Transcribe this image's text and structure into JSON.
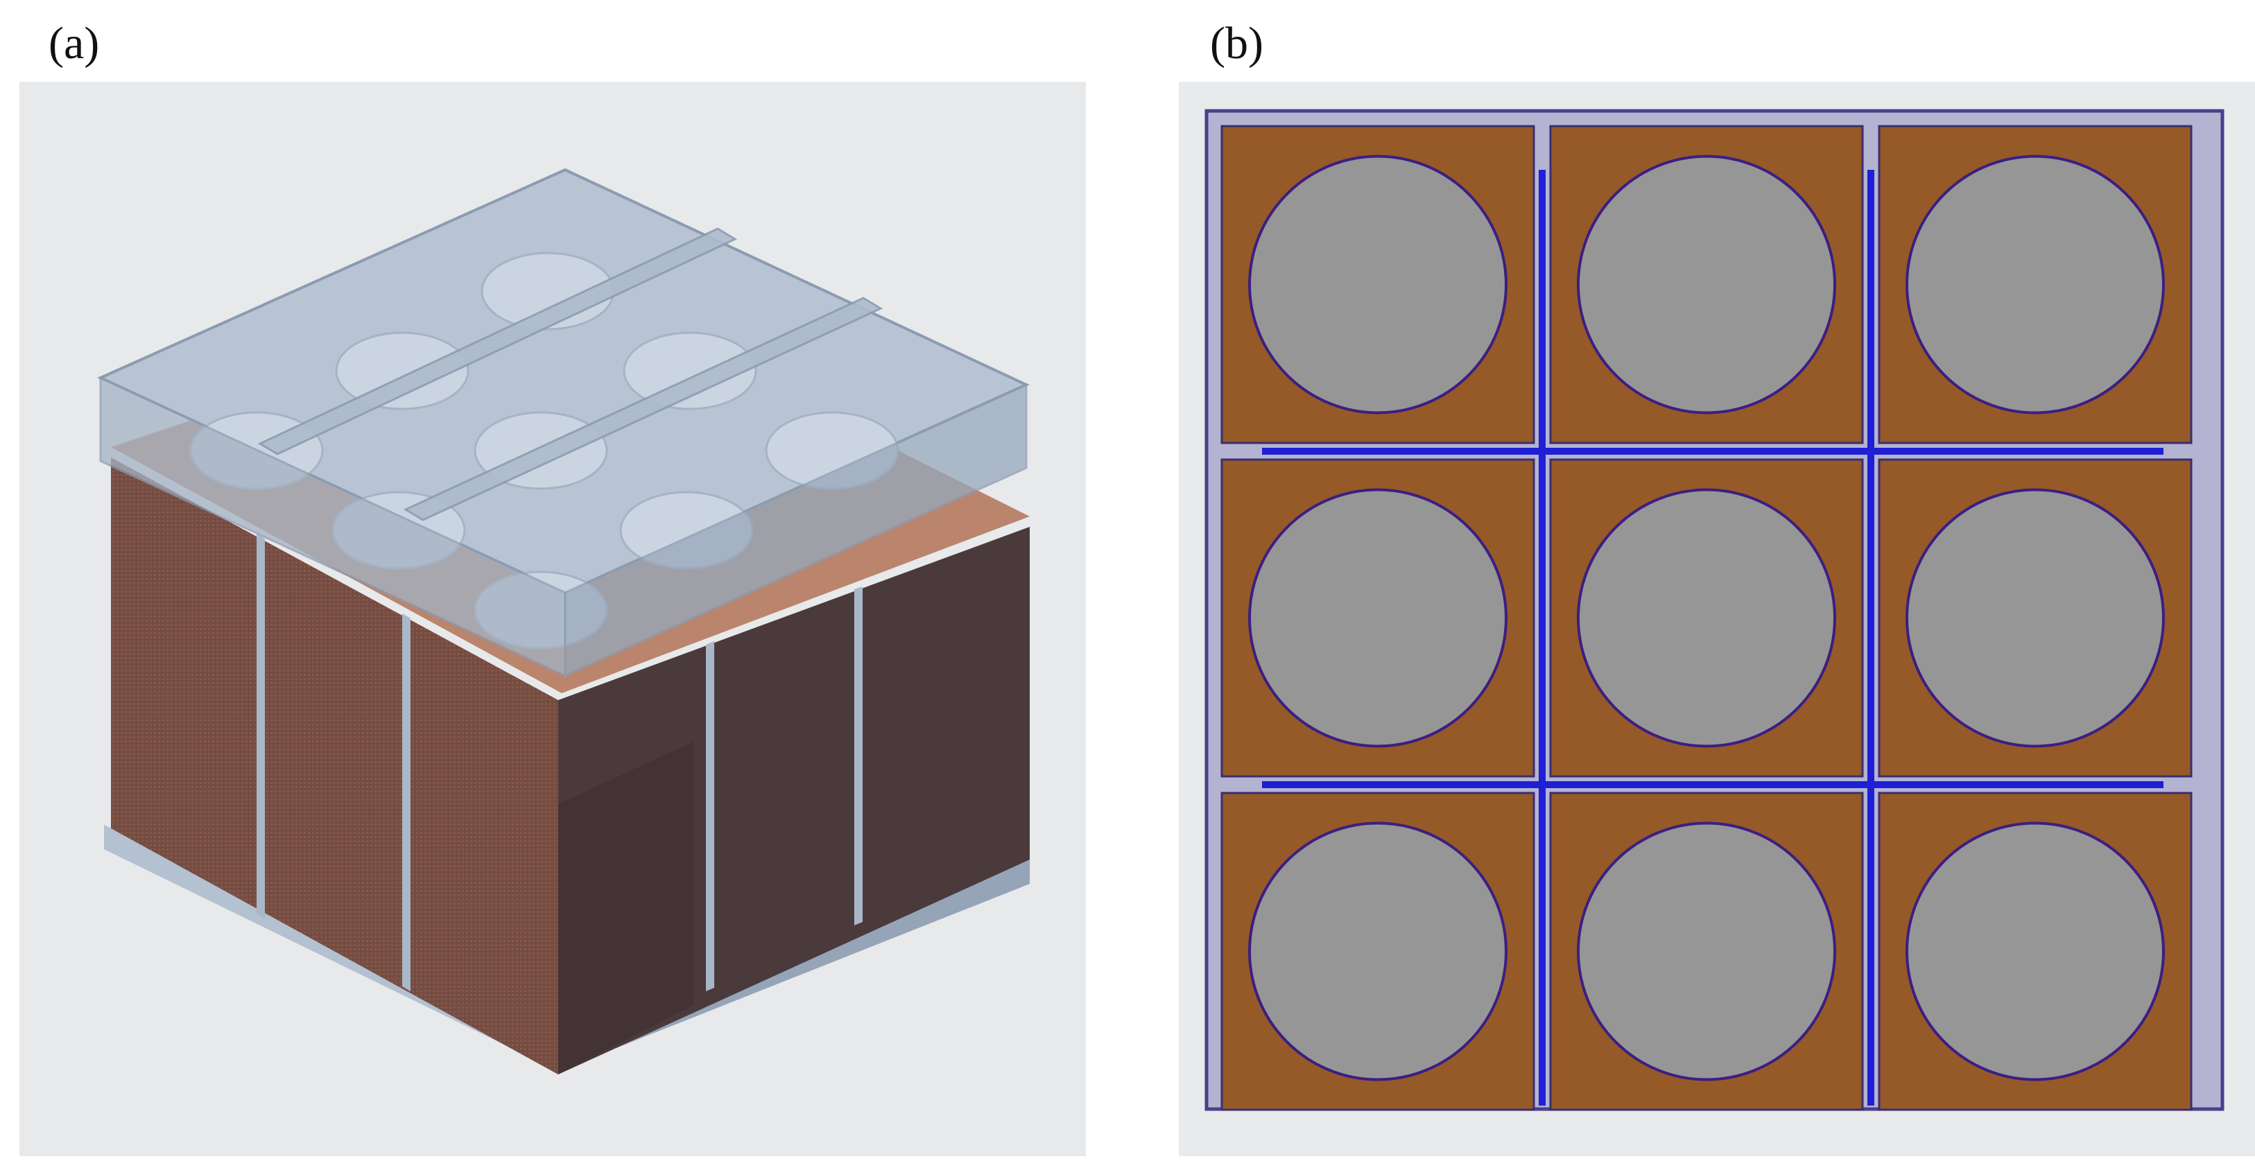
{
  "panels": {
    "a": {
      "label": "(a)"
    },
    "b": {
      "label": "(b)"
    }
  },
  "grid": {
    "rows": 3,
    "cols": 3
  },
  "colors": {
    "panel_a_background": "#e8e9eb",
    "panel_b_background": "#e9eaec",
    "glass_lid": "#b4c1d0",
    "glass_edge": "#8b9bb0",
    "base_slab": "#a9b8c8",
    "copper_block_front": "#5a3a33",
    "copper_block_side": "#4a3638",
    "copper_texture": "#8a5a45",
    "fuel_disc": "#c9d3df",
    "outer_frame_fill": "#b4b4d2",
    "outer_frame_stroke": "#4b3f8c",
    "cell_fill": "#965a28",
    "cell_stroke": "#3b2d6e",
    "circle_fill": "#969696",
    "circle_stroke": "#3c1e82",
    "channel_fill": "#b9bcd6",
    "absorber_bar": "#1f1fd6"
  }
}
